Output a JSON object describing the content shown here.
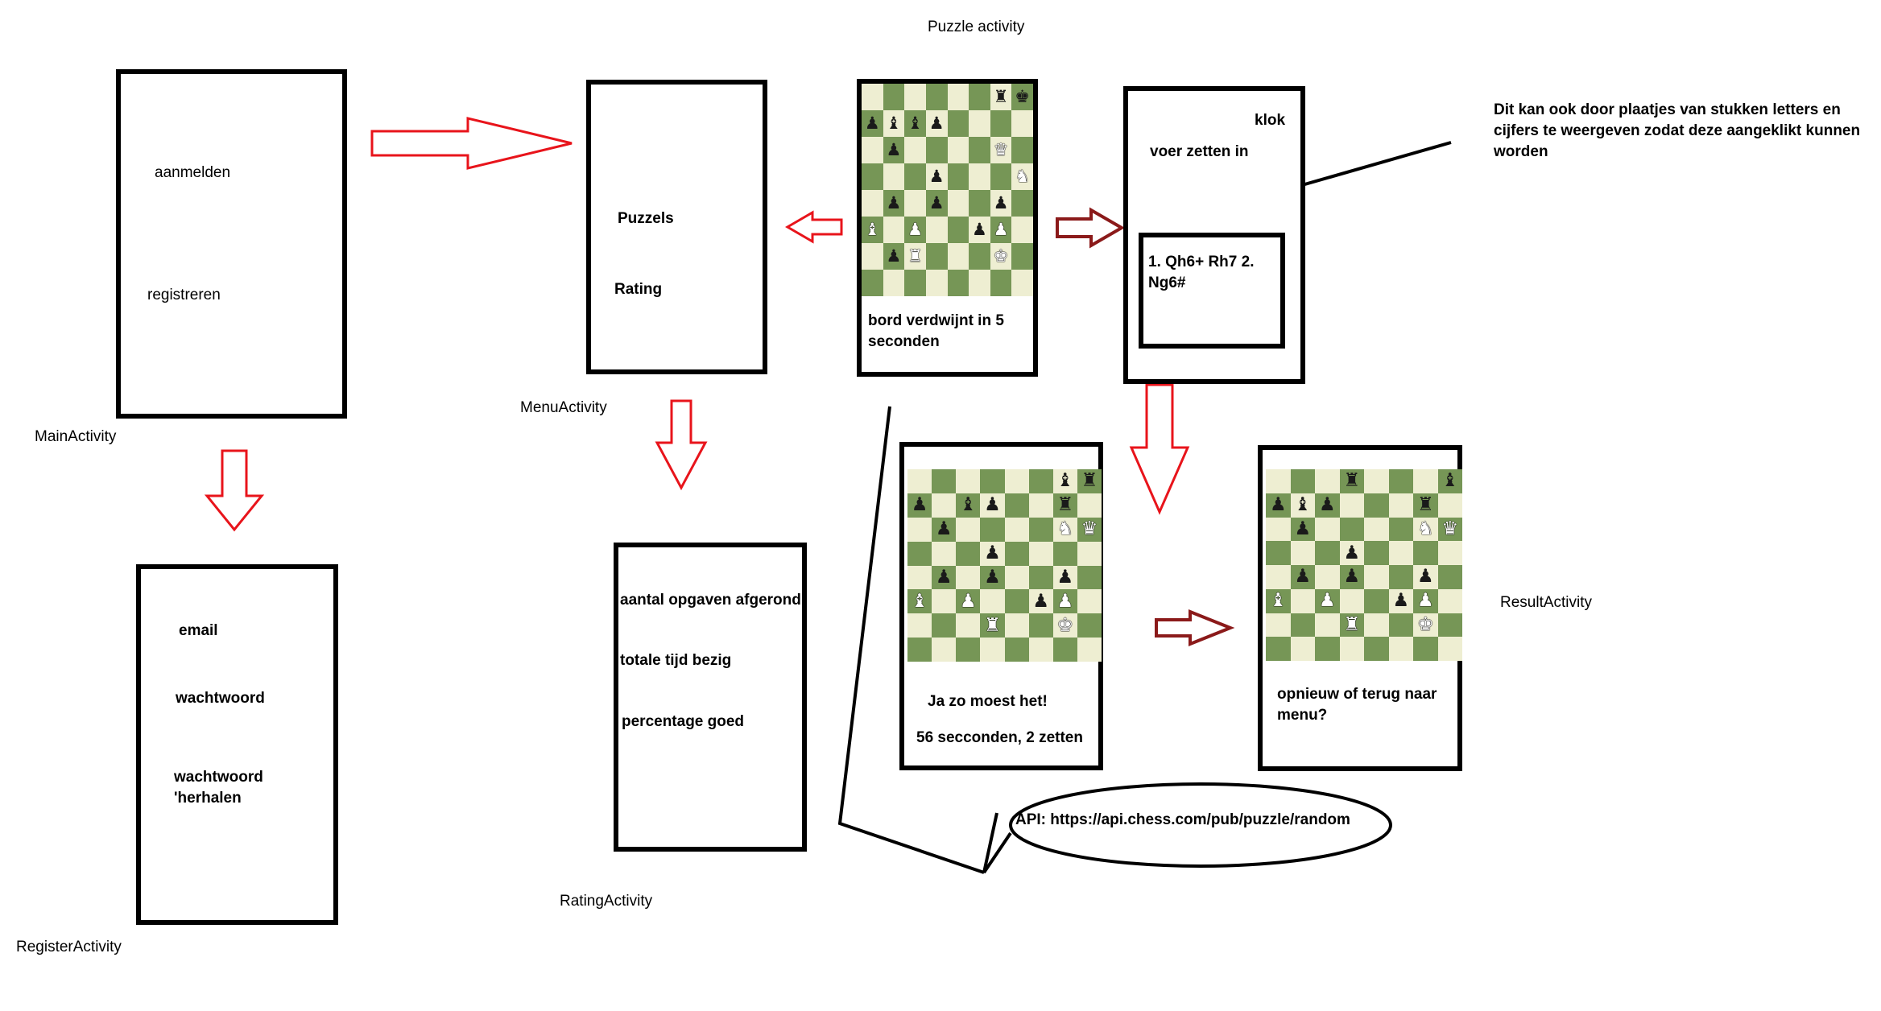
{
  "screens": {
    "main": {
      "label": "MainActivity",
      "items": [
        "aanmelden",
        "registreren"
      ]
    },
    "register": {
      "label": "RegisterActivity",
      "items": [
        "email",
        "wachtwoord",
        "wachtwoord\n'herhalen"
      ]
    },
    "menu": {
      "label": "MenuActivity",
      "items": [
        "Puzzels",
        "Rating"
      ]
    },
    "rating": {
      "label": "RatingActivity",
      "items": [
        "aantal opgaven afgerond",
        "totale tijd bezig",
        "percentage goed"
      ]
    },
    "puzzle": {
      "label": "Puzzle activity",
      "caption": "bord verdwijnt in 5\nseconden"
    },
    "move_input": {
      "clock": "klok",
      "prompt": "voer zetten in",
      "moves": "1. Qh6+ Rh7 2.\nNg6#"
    },
    "success": {
      "line1": "Ja zo moest het!",
      "line2": "56 secconden, 2 zetten"
    },
    "result": {
      "label": "ResultActivity",
      "prompt": "opnieuw of terug naar\nmenu?"
    }
  },
  "note": "Dit kan ook door plaatjes van stukken letters en\ncijfers te weergeven zodat deze aangeklikt kunnen\nworden",
  "api_bubble": "API: https://api.chess.com/pub/puzzle/random",
  "colors": {
    "arrow_red": "#e8141b",
    "arrow_dark_red": "#8b1a1a",
    "board_light": "#eeeed2",
    "board_dark": "#769656"
  },
  "boards": {
    "puzzle": [
      "......rk",
      "pbbp....",
      ".p....Q.",
      "...p...N",
      ".p.p..p.",
      "B.P..pP.",
      ".pR...K.",
      "........"
    ],
    "success": [
      "......br",
      "p.bp..r.",
      ".p....NQ",
      "...p....",
      ".p.p..p.",
      "B.P..pP.",
      "...R..K.",
      "........"
    ],
    "result": [
      "...r...b",
      "pbp...r.",
      ".p....NQ",
      "...p....",
      ".p.p..p.",
      "B.P..pP.",
      "...R..K.",
      "........"
    ]
  }
}
